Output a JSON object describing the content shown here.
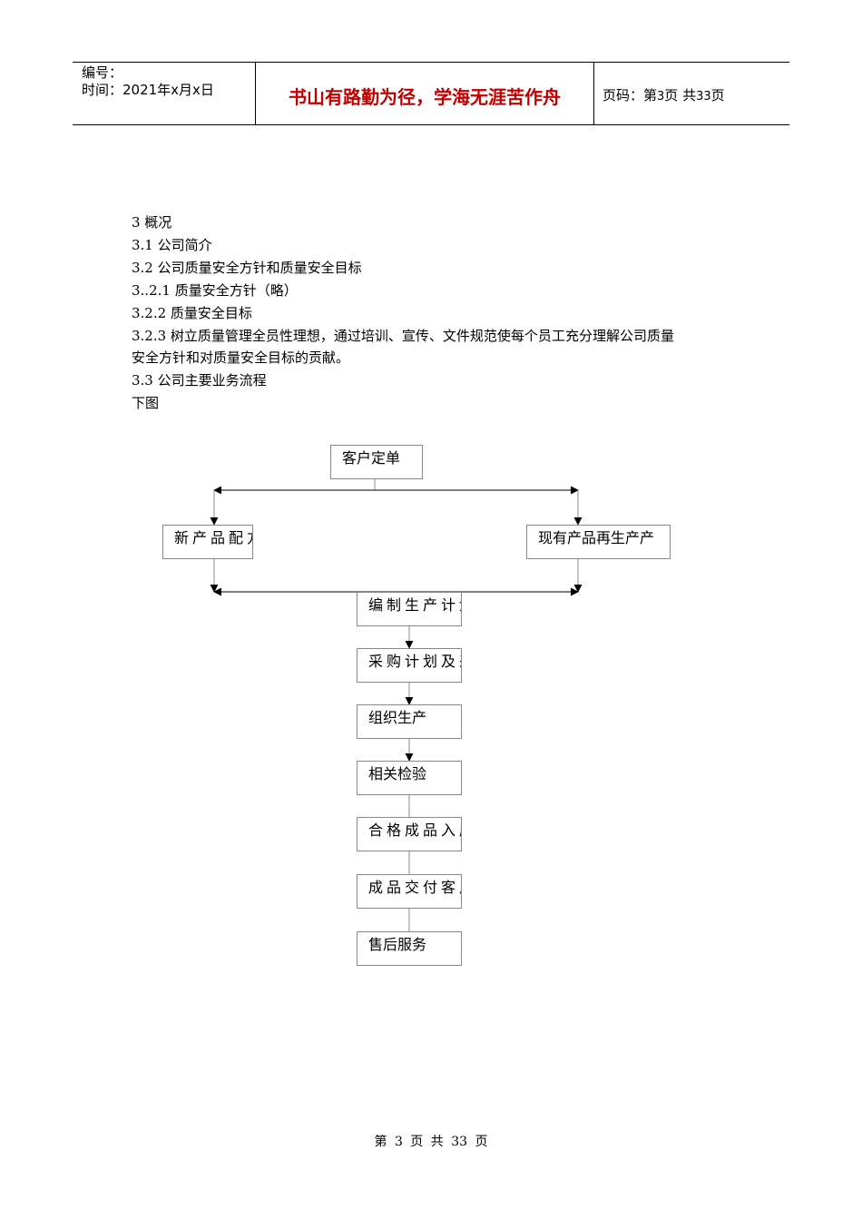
{
  "header": {
    "number_label": "编号：",
    "time_label": "时间：2021年x月x日",
    "motto": "书山有路勤为径，学海无涯苦作舟",
    "page_prefix": "页码：第",
    "page_current": "3",
    "page_middle": "页 共",
    "page_total": "33",
    "page_suffix": "页"
  },
  "body": {
    "lines": [
      "3 概况",
      "3.1 公司简介",
      "3.2 公司质量安全方针和质量安全目标",
      "3..2.1 质量安全方针（略）",
      "3.2.2 质量安全目标",
      "3.2.3 树立质量管理全员性理想，通过培训、宣传、文件规范使每个员工充分理解公司质量",
      "安全方针和对质量安全目标的贡献。",
      "3.3 公司主要业务流程",
      "下图"
    ]
  },
  "flow": {
    "customer_order": "客户定单",
    "new_product": "新产品配方",
    "existing_product": "现有产品再生产产",
    "production_plan": "编制生产计划",
    "purchase": "采购计划及采购",
    "organize": "组织生产",
    "inspection": "相关检验",
    "storage": "合格成品入库",
    "delivery": "成品交付客户",
    "after_sales": "售后服务"
  },
  "footer": {
    "text": "第 3 页 共 33 页"
  }
}
